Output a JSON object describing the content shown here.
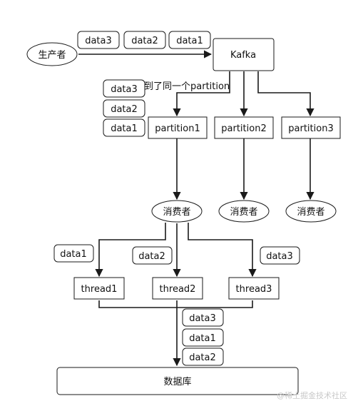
{
  "producer": "生产者",
  "kafka": "Kafka",
  "note": "到了同一个partition",
  "producer_batch": [
    "data3",
    "data2",
    "data1"
  ],
  "partition_batch": [
    "data3",
    "data2",
    "data1"
  ],
  "partitions": [
    "partition1",
    "partition2",
    "partition3"
  ],
  "consumers": [
    "消费者",
    "消费者",
    "消费者"
  ],
  "threads": [
    "thread1",
    "thread2",
    "thread3"
  ],
  "thread_tags": [
    "data1",
    "data2",
    "data3"
  ],
  "db_batch": [
    "data3",
    "data1",
    "data2"
  ],
  "database": "数据库",
  "watermark": "@稀土掘金技术社区"
}
